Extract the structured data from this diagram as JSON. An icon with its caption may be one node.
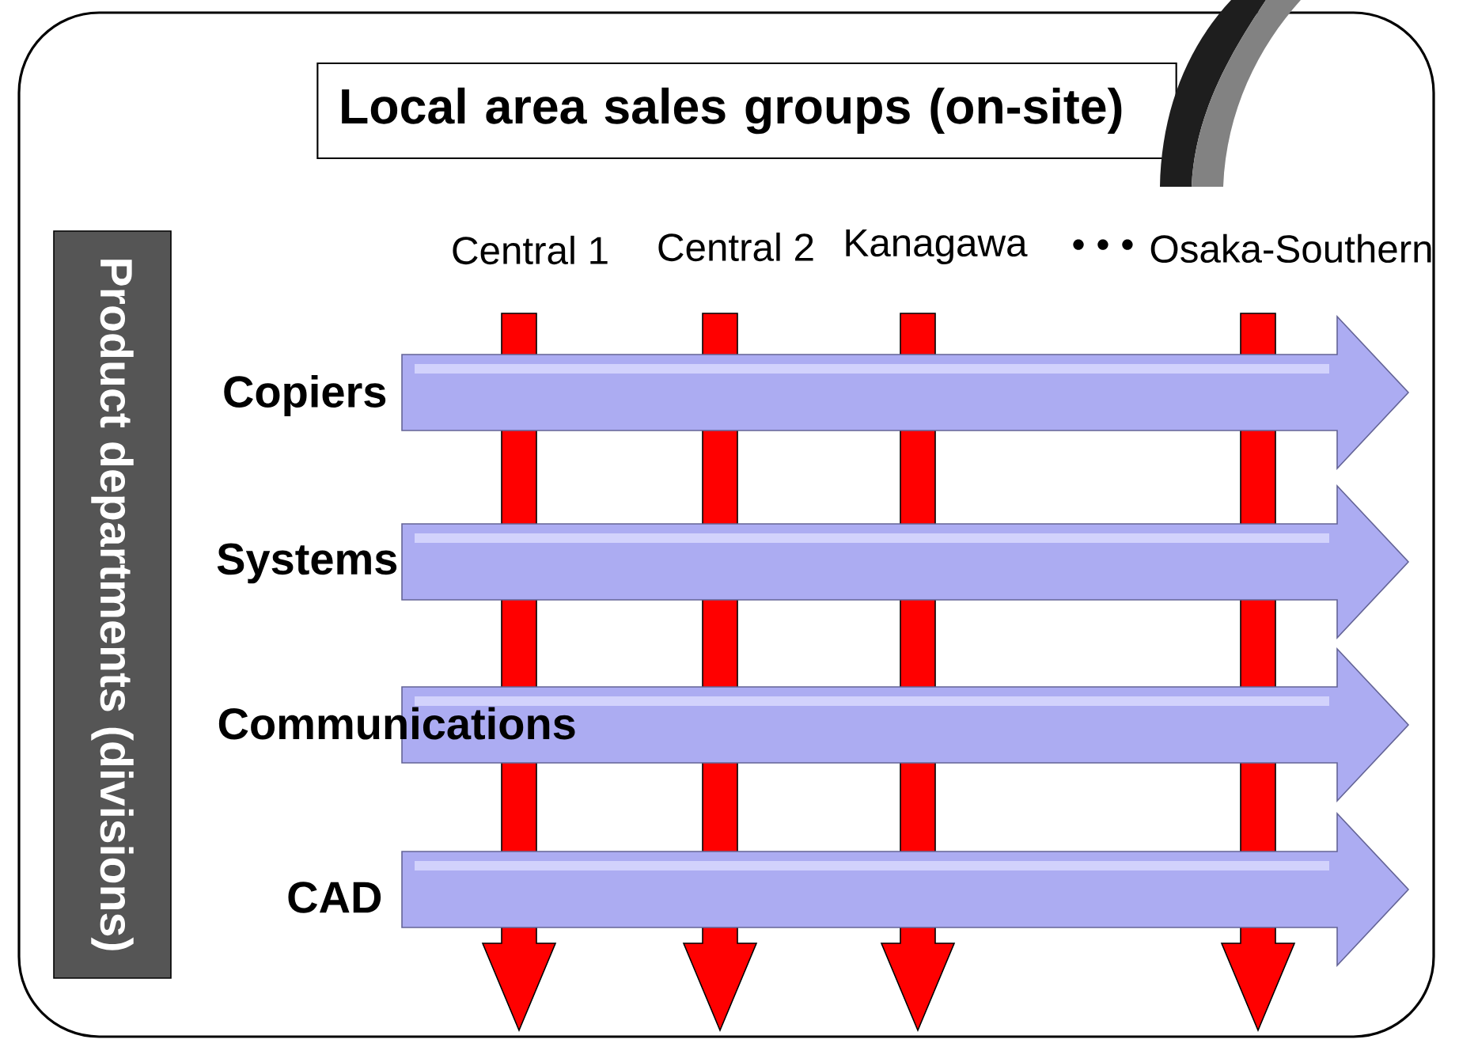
{
  "diagram": {
    "nodes": [
      {
        "text": [
          "Local area sales groups (on-site)"
        ]
      },
      {
        "text": [
          "Product departments (divisions)"
        ]
      }
    ],
    "labels": [
      "Central 1",
      "Central 2",
      "Kanagawa",
      "• • •",
      "Osaka-Southern",
      "Copiers",
      "Systems",
      "Communications",
      "CAD"
    ]
  }
}
